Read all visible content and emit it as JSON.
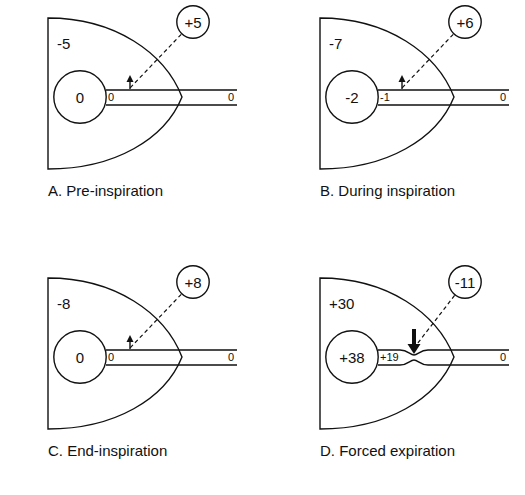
{
  "diagram": {
    "nodes": [
      {
        "text": [
          "-5"
        ]
      },
      {
        "text": [
          "0"
        ],
        "in": 0
      },
      {
        "text": [
          "0",
          "0"
        ]
      },
      {
        "text": [
          "+5"
        ]
      },
      {
        "text": [
          "-7"
        ]
      },
      {
        "text": [
          "-2"
        ],
        "in": 4
      },
      {
        "text": [
          "-1",
          "0"
        ]
      },
      {
        "text": [
          "+6"
        ]
      },
      {
        "text": [
          "-8"
        ]
      },
      {
        "text": [
          "0"
        ],
        "in": 8
      },
      {
        "text": [
          "0",
          "0"
        ]
      },
      {
        "text": [
          "+8"
        ]
      },
      {
        "text": [
          "+30"
        ]
      },
      {
        "text": [
          "+38"
        ],
        "in": 12
      },
      {
        "text": [
          "+19",
          "0"
        ]
      },
      {
        "text": [
          "-11"
        ]
      }
    ],
    "edges": [
      {
        "from": 3,
        "to": 2,
        "arrow": "none"
      },
      {
        "from": 7,
        "to": 6,
        "arrow": "none"
      },
      {
        "from": 11,
        "to": 10,
        "arrow": "none"
      },
      {
        "from": 15,
        "to": 14,
        "arrow": "none"
      }
    ],
    "labels": [
      "A. Pre-inspiration",
      "B. During inspiration",
      "C. End-inspiration",
      "D. Forced expiration"
    ]
  }
}
